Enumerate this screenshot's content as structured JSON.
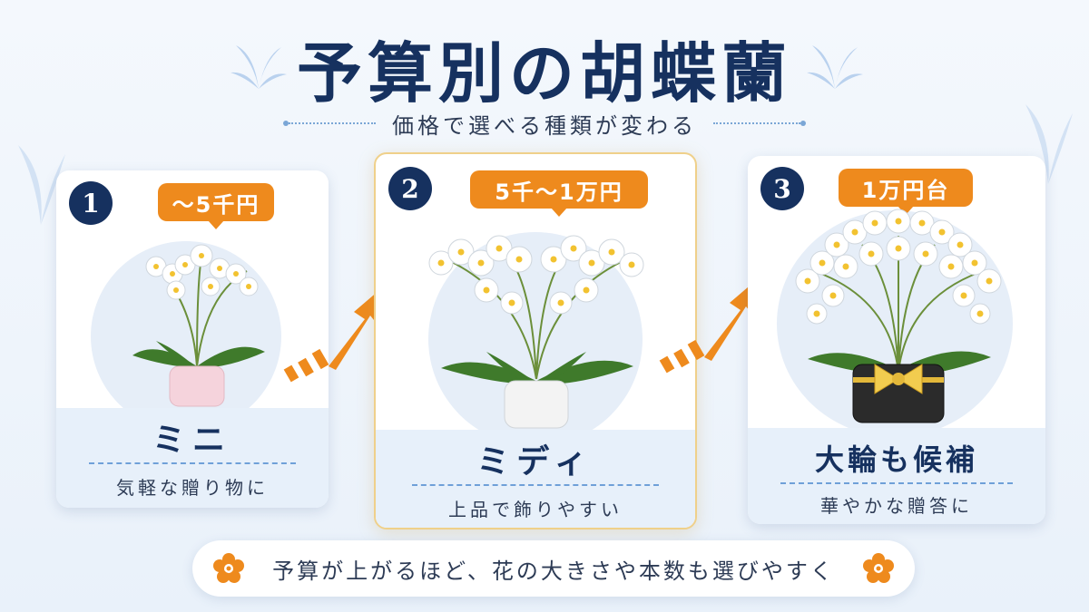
{
  "header": {
    "title": "予算別の胡蝶蘭",
    "subtitle": "価格で選べる種類が変わる"
  },
  "cards": [
    {
      "number": "1",
      "price": "～5千円",
      "name": "ミニ",
      "description": "気軽な贈り物に",
      "pot_color": "#f5d3dc"
    },
    {
      "number": "2",
      "price": "5千～1万円",
      "name": "ミディ",
      "description": "上品で飾りやすい",
      "pot_color": "#f3f3f3"
    },
    {
      "number": "3",
      "price": "1万円台",
      "name": "大輪も候補",
      "description": "華やかな贈答に",
      "pot_color": "#2b2b2b"
    }
  ],
  "footer": {
    "text": "予算が上がるほど、花の大きさや本数も選びやすく"
  },
  "colors": {
    "navy": "#16315f",
    "orange": "#ee8a1d",
    "featured_border": "#efd08a"
  },
  "icons": [
    "leaf-decoration",
    "arrow-right-up",
    "flower-icon"
  ]
}
